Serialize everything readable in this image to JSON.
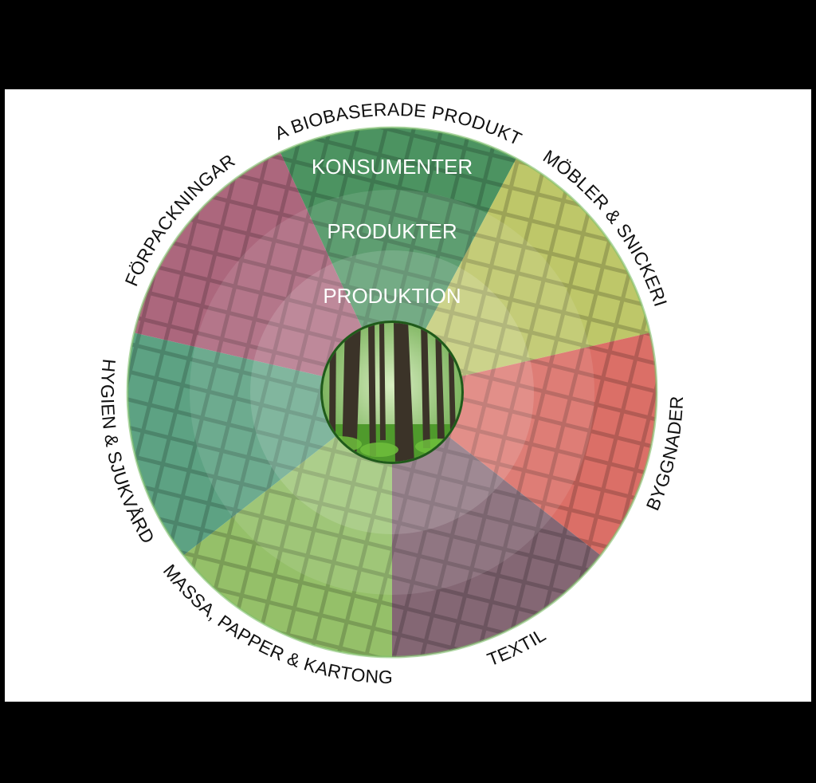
{
  "diagram": {
    "rings": [
      {
        "id": "consumers",
        "label": "KONSUMENTER"
      },
      {
        "id": "products",
        "label": "PRODUKTER"
      },
      {
        "id": "production",
        "label": "PRODUKTION"
      }
    ],
    "center": {
      "icon": "forest-icon"
    },
    "sectors": [
      {
        "id": "new-biobased",
        "label": "NYA BIOBASERADE PRODUKTER",
        "color": "#3d8a54"
      },
      {
        "id": "furniture",
        "label": "MÖBLER & SNICKERI",
        "color": "#b8c25c"
      },
      {
        "id": "buildings",
        "label": "BYGGNADER",
        "color": "#d8635a"
      },
      {
        "id": "textile",
        "label": "TEXTIL",
        "color": "#7a5a68"
      },
      {
        "id": "pulp-paper",
        "label": "MASSA, PAPPER & KARTONG",
        "color": "#8cbb5c"
      },
      {
        "id": "hygiene",
        "label": "HYGIEN & SJUKVÅRD",
        "color": "#4f9a78"
      },
      {
        "id": "packaging",
        "label": "FÖRPACKNINGAR",
        "color": "#a55a72"
      }
    ]
  }
}
